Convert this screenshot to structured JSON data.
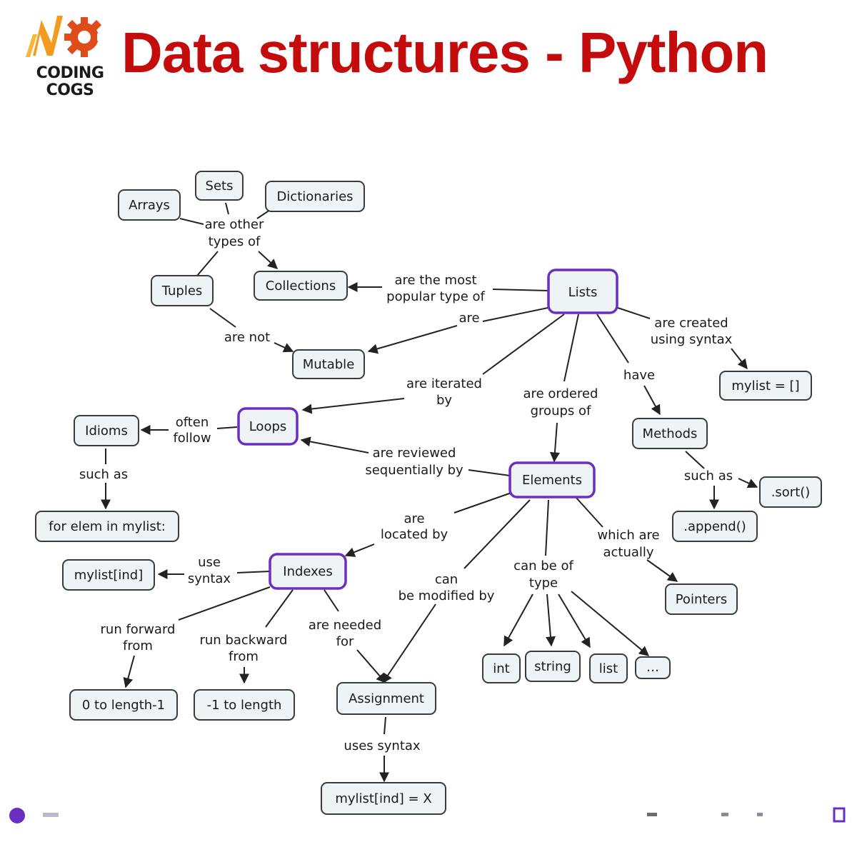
{
  "header": {
    "logo_line1": "CODING",
    "logo_line2": "COGS",
    "title": "Data structures - Python",
    "title_color": "#c40c0c",
    "logo_orange": "#f39b1c",
    "logo_red": "#e04b1a"
  },
  "colors": {
    "highlight_border": "#6a2fc0",
    "node_fill": "#eef3f6",
    "node_border": "#3b3b3b"
  },
  "nodes": {
    "sets": "Sets",
    "arrays": "Arrays",
    "dictionaries": "Dictionaries",
    "tuples": "Tuples",
    "collections": "Collections",
    "lists": "Lists",
    "mutable": "Mutable",
    "mylist_create": "mylist = []",
    "idioms": "Idioms",
    "loops": "Loops",
    "methods": "Methods",
    "elements": "Elements",
    "sort": ".sort()",
    "for_elem": "for elem in mylist:",
    "append": ".append()",
    "mylist_ind": "mylist[ind]",
    "indexes": "Indexes",
    "pointers": "Pointers",
    "int": "int",
    "string": "string",
    "list": "list",
    "ellipsis": "…",
    "zero_to_len": "0 to length-1",
    "neg_to_len": "-1 to length",
    "assignment": "Assignment",
    "mylist_assign": "mylist[ind] = X"
  },
  "labels": {
    "are_other_1": "are other",
    "are_other_2": "types of",
    "most_popular_1": "are the most",
    "most_popular_2": "popular type of",
    "are": "are",
    "are_not": "are not",
    "created_1": "are created",
    "created_2": "using syntax",
    "iterated_1": "are iterated",
    "iterated_2": "by",
    "ordered_1": "are ordered",
    "ordered_2": "groups of",
    "have": "have",
    "often_1": "often",
    "often_2": "follow",
    "such_as_idioms": "such as",
    "reviewed_1": "are reviewed",
    "reviewed_2": "sequentially by",
    "such_as_methods": "such as",
    "located_1": "are",
    "located_2": "located by",
    "which_1": "which are",
    "which_2": "actually",
    "use_1": "use",
    "use_2": "syntax",
    "can_1": "can",
    "can_2": "be modified by",
    "type_1": "can be of",
    "type_2": "type",
    "forward_1": "run forward",
    "forward_2": "from",
    "backward_1": "run backward",
    "backward_2": "from",
    "needed_1": "are needed",
    "needed_2": "for",
    "uses_syntax": "uses syntax"
  }
}
